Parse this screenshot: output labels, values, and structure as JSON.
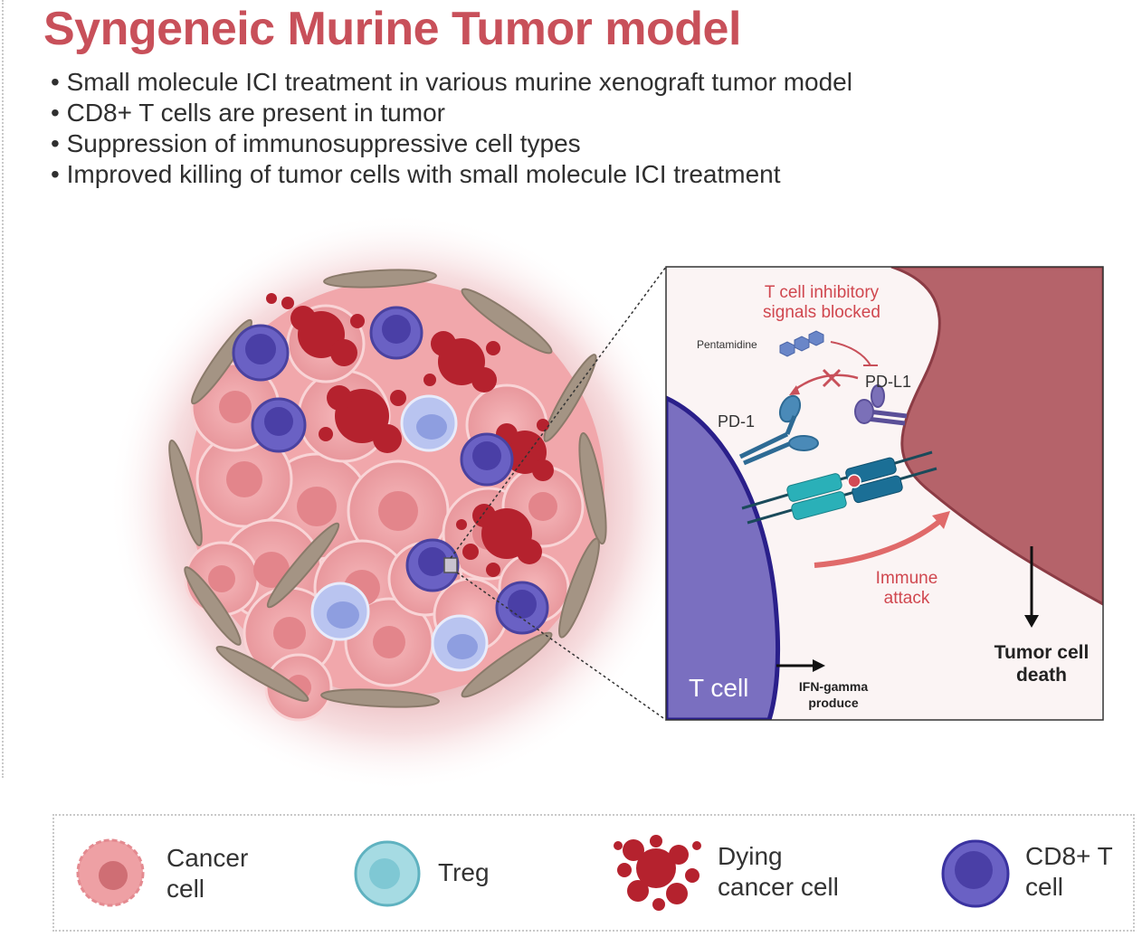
{
  "title": "Syngeneic Murine Tumor model",
  "bullets": [
    "Small molecule ICI treatment in various murine xenograft tumor model",
    "CD8+ T cells are present in tumor",
    "Suppression of immunosuppressive cell types",
    "Improved killing of tumor cells with small molecule ICI treatment"
  ],
  "inset": {
    "blocked_label_line1": "T cell inhibitory",
    "blocked_label_line2": "signals blocked",
    "drug": "Pentamidine",
    "pdl1": "PD-L1",
    "pd1": "PD-1",
    "attack_line1": "Immune",
    "attack_line2": "attack",
    "death_line1": "Tumor cell",
    "death_line2": "death",
    "tcell": "T cell",
    "ifn_line1": "IFN-gamma",
    "ifn_line2": "produce"
  },
  "legend": {
    "cancer": "Cancer\ncell",
    "treg": "Treg",
    "dying": "Dying\ncancer cell",
    "cd8": "CD8+ T\ncell"
  },
  "colors": {
    "title": "#c8505a",
    "cancer_cell": "#eea0a4",
    "dying_cell": "#b5222e",
    "treg": "#a9b8ec",
    "cd8": "#5a51b8",
    "tumor_inset": "#b5636a",
    "tcell_inset": "#7a6fc0",
    "stroma": "#a49484"
  }
}
